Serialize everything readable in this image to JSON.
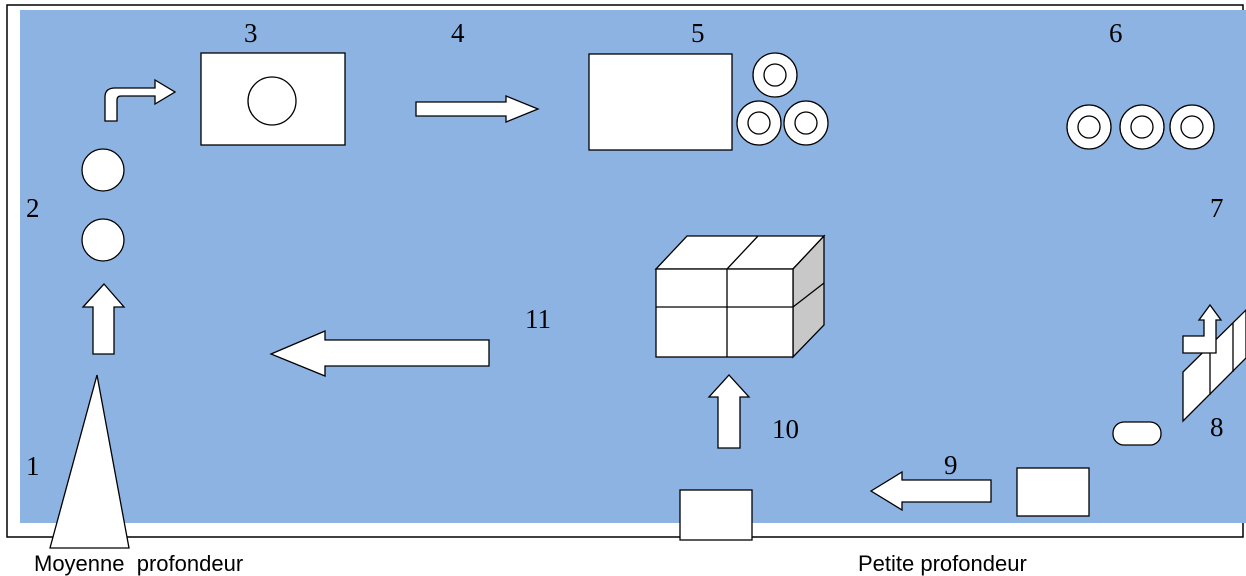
{
  "colors": {
    "panel": "#8db3e2",
    "shape_fill": "#ffffff",
    "stroke": "#000000"
  },
  "steps": [
    "1",
    "2",
    "3",
    "4",
    "5",
    "6",
    "7",
    "8",
    "9",
    "10",
    "11"
  ],
  "captions": {
    "left": "Moyenne  profondeur",
    "right": "Petite profondeur"
  }
}
